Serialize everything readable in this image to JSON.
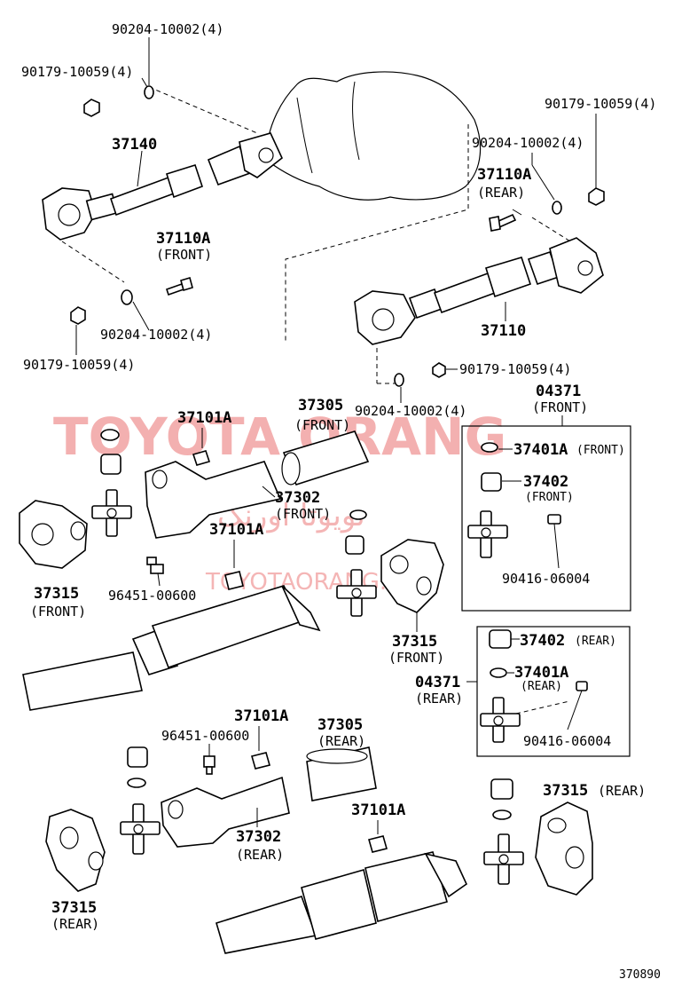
{
  "watermark": {
    "latin": "TOYOTA ORANG",
    "arabic": "تويوتا اورنگ",
    "url": "TOYOTAORANG.COM"
  },
  "diagram_code": "370890",
  "labels": {
    "nut_90204_top": "90204-10002(4)",
    "bolt_90179_top": "90179-10059(4)",
    "part_37140": "37140",
    "bolt_90179_right": "90179-10059(4)",
    "nut_90204_right": "90204-10002(4)",
    "part_37110A_rear": "37110A",
    "rear_37110A": "(REAR)",
    "part_37110A_front": "37110A",
    "front_37110A": "(FRONT)",
    "nut_90204_left": "90204-10002(4)",
    "bolt_90179_left": "90179-10059(4)",
    "part_37110": "37110",
    "bolt_90179_mid": "90179-10059(4)",
    "nut_90204_mid": "90204-10002(4)",
    "kit_04371_front": "04371",
    "kit_front": "(FRONT)",
    "part_37101A_1": "37101A",
    "part_37305_front": "37305",
    "front_37305": "(FRONT)",
    "part_37401A_front": "37401A",
    "front_37401A": "(FRONT)",
    "part_37402_front": "37402",
    "front_37402": "(FRONT)",
    "part_37302_front": "37302",
    "front_37302": "(FRONT)",
    "part_37101A_2": "37101A",
    "grease_90416_front": "90416-06004",
    "part_37315_front_left": "37315",
    "front_37315_left": "(FRONT)",
    "fitting_96451_front": "96451-00600",
    "part_37315_front_right": "37315",
    "front_37315_right": "(FRONT)",
    "part_37402_rear": "37402",
    "rear_37402": "(REAR)",
    "part_37401A_rear": "37401A",
    "rear_37401A": "(REAR)",
    "kit_04371_rear": "04371",
    "kit_rear": "(REAR)",
    "grease_90416_rear": "90416-06004",
    "part_37101A_3": "37101A",
    "fitting_96451_rear": "96451-00600",
    "part_37305_rear": "37305",
    "rear_37305": "(REAR)",
    "part_37101A_4": "37101A",
    "part_37315_rear_right": "37315",
    "rear_37315_right": "(REAR)",
    "part_37302_rear": "37302",
    "rear_37302": "(REAR)",
    "part_37315_rear_left": "37315",
    "rear_37315_left": "(REAR)"
  }
}
